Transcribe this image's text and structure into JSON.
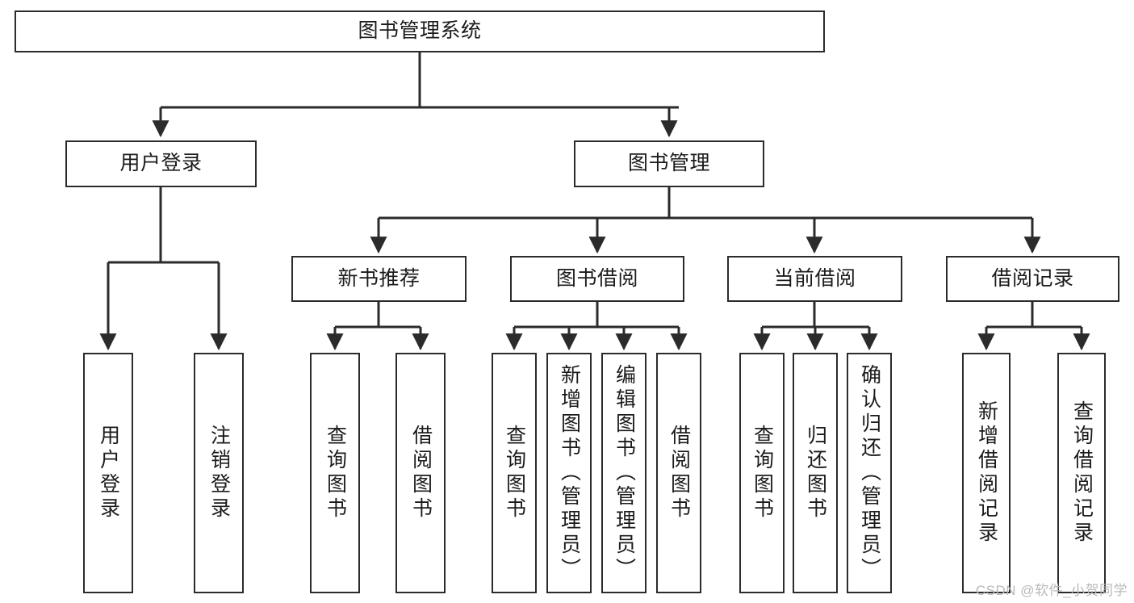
{
  "diagram": {
    "title": "图书管理系统",
    "type": "hierarchy-tree",
    "watermark": "CSDN @软件_小贺同学",
    "colors": {
      "stroke": "#2b2b2b",
      "fill": "#ffffff",
      "text": "#1b1b1b",
      "watermark": "#b9b9b9"
    },
    "nodes": {
      "root": {
        "label": "图书管理系统"
      },
      "level2": [
        {
          "label": "用户登录"
        },
        {
          "label": "图书管理"
        }
      ],
      "level3": [
        {
          "label": "新书推荐"
        },
        {
          "label": "图书借阅"
        },
        {
          "label": "当前借阅"
        },
        {
          "label": "借阅记录"
        }
      ],
      "leaves": {
        "user_login": [
          {
            "label": "用户登录"
          },
          {
            "label": "注销登录"
          }
        ],
        "new_book": [
          {
            "label": "查询图书"
          },
          {
            "label": "借阅图书"
          }
        ],
        "book_borrow": [
          {
            "label": "查询图书"
          },
          {
            "label": "新增图书（管理员）"
          },
          {
            "label": "编辑图书（管理员）"
          },
          {
            "label": "借阅图书"
          }
        ],
        "current_borrow": [
          {
            "label": "查询图书"
          },
          {
            "label": "归还图书"
          },
          {
            "label": "确认归还（管理员）"
          }
        ],
        "borrow_record": [
          {
            "label": "新增借阅记录"
          },
          {
            "label": "查询借阅记录"
          }
        ]
      }
    }
  }
}
